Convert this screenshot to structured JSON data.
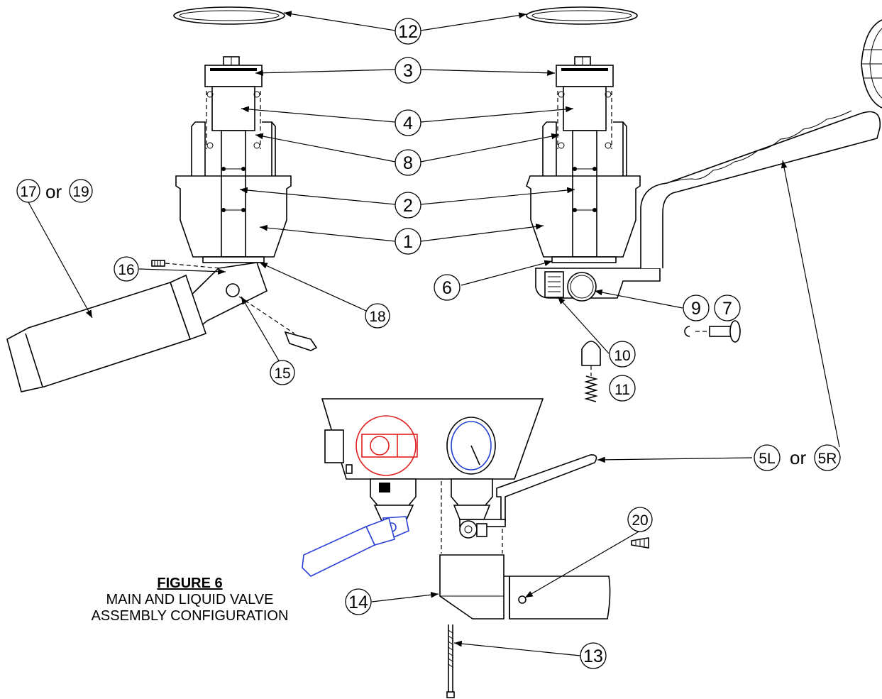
{
  "figure": {
    "title": "FIGURE 6",
    "subtitle_lines": [
      "MAIN AND LIQUID VALVE",
      "ASSEMBLY CONFIGURATION"
    ]
  },
  "callouts": {
    "c1": "1",
    "c2": "2",
    "c3": "3",
    "c4": "4",
    "c6": "6",
    "c7": "7",
    "c8": "8",
    "c9": "9",
    "c10": "10",
    "c11": "11",
    "c12": "12",
    "c13": "13",
    "c14": "14",
    "c15": "15",
    "c16": "16",
    "c17": "17",
    "c18": "18",
    "c19": "19",
    "c20": "20",
    "c5l": "5L",
    "c5r": "5R",
    "or": "or"
  },
  "colors": {
    "line": "#000000",
    "red_valve": "#e02020",
    "blue_gauge": "#2040d0",
    "blue_handle": "#2a3fd6"
  }
}
